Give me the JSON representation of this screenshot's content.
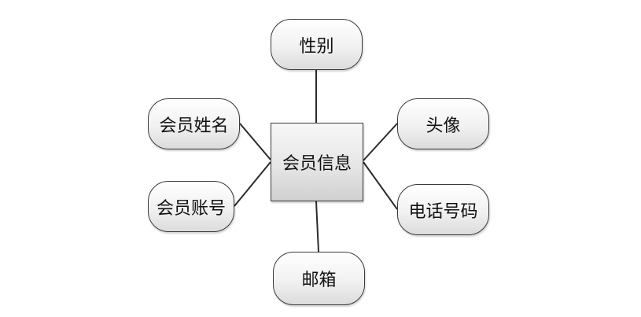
{
  "entity": {
    "label": "会员信息"
  },
  "attributes": {
    "gender": "性别",
    "member_name": "会员姓名",
    "member_account": "会员账号",
    "avatar": "头像",
    "phone": "电话号码",
    "email": "邮箱"
  },
  "colors": {
    "line": "#2b2b2b",
    "border": "#3a3a3a"
  }
}
